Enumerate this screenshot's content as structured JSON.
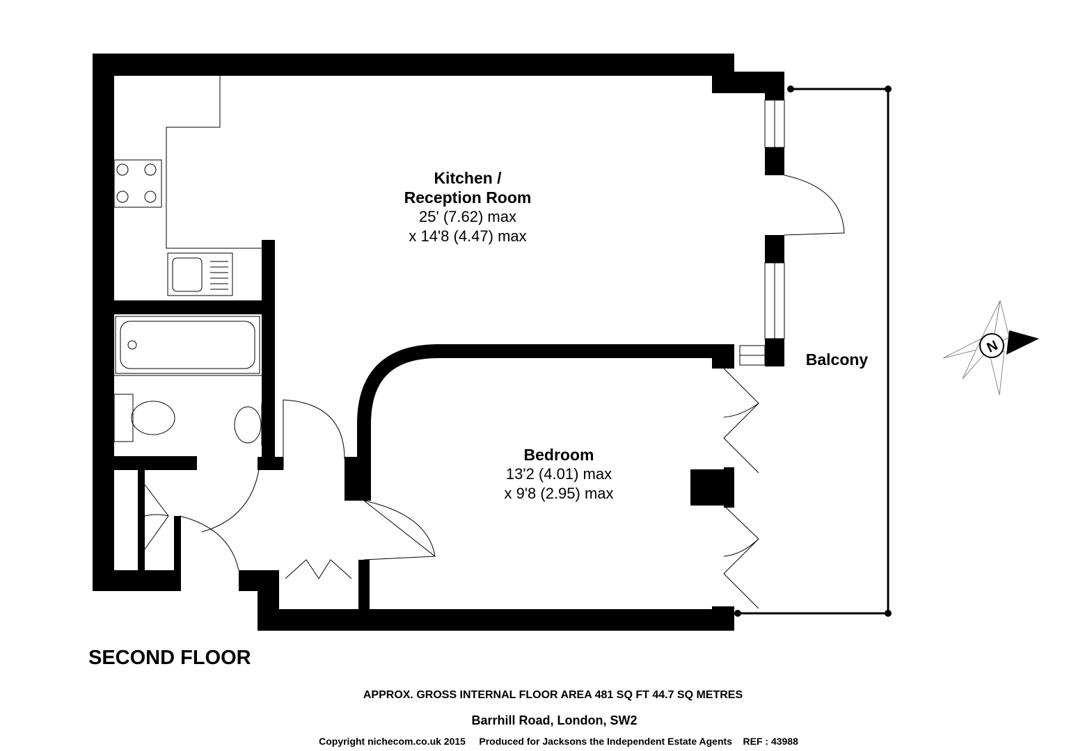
{
  "rooms": {
    "kitchen": {
      "name_line1": "Kitchen /",
      "name_line2": "Reception Room",
      "dim_line1": "25' (7.62) max",
      "dim_line2": "x 14'8 (4.47) max"
    },
    "bedroom": {
      "name": "Bedroom",
      "dim_line1": "13'2 (4.01) max",
      "dim_line2": "x 9'8 (2.95) max"
    },
    "balcony": {
      "name": "Balcony"
    }
  },
  "compass": {
    "letter": "N",
    "icon": "compass-icon"
  },
  "floor_title": "SECOND FLOOR",
  "footer": {
    "area": "APPROX. GROSS INTERNAL FLOOR AREA 481 SQ FT 44.7 SQ METRES",
    "address": "Barrhill Road, London, SW2",
    "credits": "Copyright nichecom.co.uk 2015     Produced for Jacksons the Independent Estate Agents    REF : 43988"
  }
}
